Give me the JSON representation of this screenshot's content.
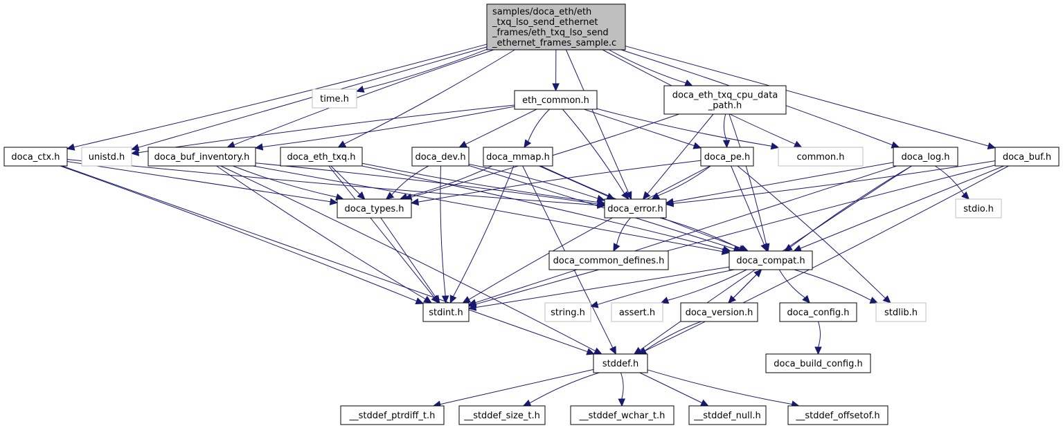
{
  "diagram": {
    "type": "include-dependency-graph",
    "colors": {
      "edge": "#191970",
      "root_fill": "#bfbfbf",
      "documented_border": "#000000",
      "external_border": "#bfbfbf",
      "node_fill": "#ffffff"
    },
    "nodes": [
      {
        "id": "root",
        "label": [
          "samples/doca_eth/eth",
          "_txq_lso_send_ethernet",
          "_frames/eth_txq_lso_send",
          "_ethernet_frames_sample.c"
        ],
        "kind": "root"
      },
      {
        "id": "time",
        "label": [
          "time.h"
        ],
        "kind": "external"
      },
      {
        "id": "eth_common",
        "label": [
          "eth_common.h"
        ],
        "kind": "documented"
      },
      {
        "id": "cpu_data_path",
        "label": [
          "doca_eth_txq_cpu_data",
          "_path.h"
        ],
        "kind": "documented"
      },
      {
        "id": "doca_ctx",
        "label": [
          "doca_ctx.h"
        ],
        "kind": "documented"
      },
      {
        "id": "unistd",
        "label": [
          "unistd.h"
        ],
        "kind": "external"
      },
      {
        "id": "doca_buf_inventory",
        "label": [
          "doca_buf_inventory.h"
        ],
        "kind": "documented"
      },
      {
        "id": "doca_eth_txq",
        "label": [
          "doca_eth_txq.h"
        ],
        "kind": "documented"
      },
      {
        "id": "doca_dev",
        "label": [
          "doca_dev.h"
        ],
        "kind": "documented"
      },
      {
        "id": "doca_mmap",
        "label": [
          "doca_mmap.h"
        ],
        "kind": "documented"
      },
      {
        "id": "doca_pe",
        "label": [
          "doca_pe.h"
        ],
        "kind": "documented"
      },
      {
        "id": "common",
        "label": [
          "common.h"
        ],
        "kind": "external"
      },
      {
        "id": "doca_log",
        "label": [
          "doca_log.h"
        ],
        "kind": "documented"
      },
      {
        "id": "doca_buf",
        "label": [
          "doca_buf.h"
        ],
        "kind": "documented"
      },
      {
        "id": "doca_types",
        "label": [
          "doca_types.h"
        ],
        "kind": "documented"
      },
      {
        "id": "doca_error",
        "label": [
          "doca_error.h"
        ],
        "kind": "documented"
      },
      {
        "id": "stdio",
        "label": [
          "stdio.h"
        ],
        "kind": "external"
      },
      {
        "id": "doca_common_defines",
        "label": [
          "doca_common_defines.h"
        ],
        "kind": "documented"
      },
      {
        "id": "doca_compat",
        "label": [
          "doca_compat.h"
        ],
        "kind": "documented"
      },
      {
        "id": "stdint",
        "label": [
          "stdint.h"
        ],
        "kind": "documented"
      },
      {
        "id": "string",
        "label": [
          "string.h"
        ],
        "kind": "external"
      },
      {
        "id": "assert",
        "label": [
          "assert.h"
        ],
        "kind": "external"
      },
      {
        "id": "doca_version",
        "label": [
          "doca_version.h"
        ],
        "kind": "documented"
      },
      {
        "id": "doca_config",
        "label": [
          "doca_config.h"
        ],
        "kind": "documented"
      },
      {
        "id": "stdlib",
        "label": [
          "stdlib.h"
        ],
        "kind": "external"
      },
      {
        "id": "stddef",
        "label": [
          "stddef.h"
        ],
        "kind": "documented"
      },
      {
        "id": "doca_build_config",
        "label": [
          "doca_build_config.h"
        ],
        "kind": "documented"
      },
      {
        "id": "ptrdiff",
        "label": [
          "__stddef_ptrdiff_t.h"
        ],
        "kind": "documented"
      },
      {
        "id": "size_t",
        "label": [
          "__stddef_size_t.h"
        ],
        "kind": "documented"
      },
      {
        "id": "wchar_t",
        "label": [
          "__stddef_wchar_t.h"
        ],
        "kind": "documented"
      },
      {
        "id": "null",
        "label": [
          "__stddef_null.h"
        ],
        "kind": "documented"
      },
      {
        "id": "offsetof",
        "label": [
          "__stddef_offsetof.h"
        ],
        "kind": "documented"
      }
    ],
    "edges": [
      [
        "root",
        "time"
      ],
      [
        "root",
        "eth_common"
      ],
      [
        "root",
        "cpu_data_path"
      ],
      [
        "root",
        "doca_ctx"
      ],
      [
        "root",
        "unistd"
      ],
      [
        "root",
        "doca_buf_inventory"
      ],
      [
        "root",
        "doca_eth_txq"
      ],
      [
        "root",
        "doca_error"
      ],
      [
        "root",
        "common"
      ],
      [
        "root",
        "doca_log"
      ],
      [
        "root",
        "doca_buf"
      ],
      [
        "eth_common",
        "unistd"
      ],
      [
        "eth_common",
        "doca_buf_inventory"
      ],
      [
        "eth_common",
        "doca_dev"
      ],
      [
        "eth_common",
        "doca_mmap"
      ],
      [
        "eth_common",
        "doca_error"
      ],
      [
        "eth_common",
        "doca_pe"
      ],
      [
        "eth_common",
        "common"
      ],
      [
        "cpu_data_path",
        "doca_types"
      ],
      [
        "cpu_data_path",
        "doca_error"
      ],
      [
        "cpu_data_path",
        "doca_pe"
      ],
      [
        "cpu_data_path",
        "doca_compat"
      ],
      [
        "doca_ctx",
        "doca_types"
      ],
      [
        "doca_ctx",
        "doca_error"
      ],
      [
        "doca_ctx",
        "stdint"
      ],
      [
        "doca_ctx",
        "stddef"
      ],
      [
        "doca_buf_inventory",
        "doca_types"
      ],
      [
        "doca_buf_inventory",
        "doca_error"
      ],
      [
        "doca_buf_inventory",
        "doca_compat"
      ],
      [
        "doca_buf_inventory",
        "stdint"
      ],
      [
        "doca_buf_inventory",
        "stddef"
      ],
      [
        "doca_eth_txq",
        "doca_types"
      ],
      [
        "doca_eth_txq",
        "doca_error"
      ],
      [
        "doca_eth_txq",
        "doca_compat"
      ],
      [
        "doca_eth_txq",
        "stdint"
      ],
      [
        "doca_dev",
        "doca_types"
      ],
      [
        "doca_dev",
        "doca_error"
      ],
      [
        "doca_dev",
        "doca_compat"
      ],
      [
        "doca_dev",
        "stdint"
      ],
      [
        "doca_mmap",
        "doca_types"
      ],
      [
        "doca_mmap",
        "doca_error"
      ],
      [
        "doca_mmap",
        "doca_compat"
      ],
      [
        "doca_mmap",
        "stdint"
      ],
      [
        "doca_mmap",
        "stddef"
      ],
      [
        "doca_pe",
        "doca_types"
      ],
      [
        "doca_pe",
        "doca_error"
      ],
      [
        "doca_pe",
        "doca_compat"
      ],
      [
        "doca_pe",
        "stdint"
      ],
      [
        "doca_pe",
        "stdlib"
      ],
      [
        "doca_log",
        "doca_error"
      ],
      [
        "doca_log",
        "doca_compat"
      ],
      [
        "doca_log",
        "stdio"
      ],
      [
        "doca_log",
        "stdint"
      ],
      [
        "doca_log",
        "stddef"
      ],
      [
        "doca_buf",
        "doca_error"
      ],
      [
        "doca_buf",
        "doca_compat"
      ],
      [
        "doca_buf",
        "stdint"
      ],
      [
        "doca_buf",
        "stddef"
      ],
      [
        "doca_types",
        "stdint"
      ],
      [
        "doca_error",
        "doca_common_defines"
      ],
      [
        "doca_error",
        "doca_compat"
      ],
      [
        "doca_compat",
        "stdint"
      ],
      [
        "doca_compat",
        "string"
      ],
      [
        "doca_compat",
        "assert"
      ],
      [
        "doca_compat",
        "doca_version"
      ],
      [
        "doca_compat",
        "doca_config"
      ],
      [
        "doca_compat",
        "stdlib"
      ],
      [
        "doca_version",
        "doca_compat"
      ],
      [
        "doca_version",
        "stddef"
      ],
      [
        "doca_config",
        "doca_build_config"
      ],
      [
        "stddef",
        "ptrdiff"
      ],
      [
        "stddef",
        "size_t"
      ],
      [
        "stddef",
        "wchar_t"
      ],
      [
        "stddef",
        "null"
      ],
      [
        "stddef",
        "offsetof"
      ]
    ]
  }
}
